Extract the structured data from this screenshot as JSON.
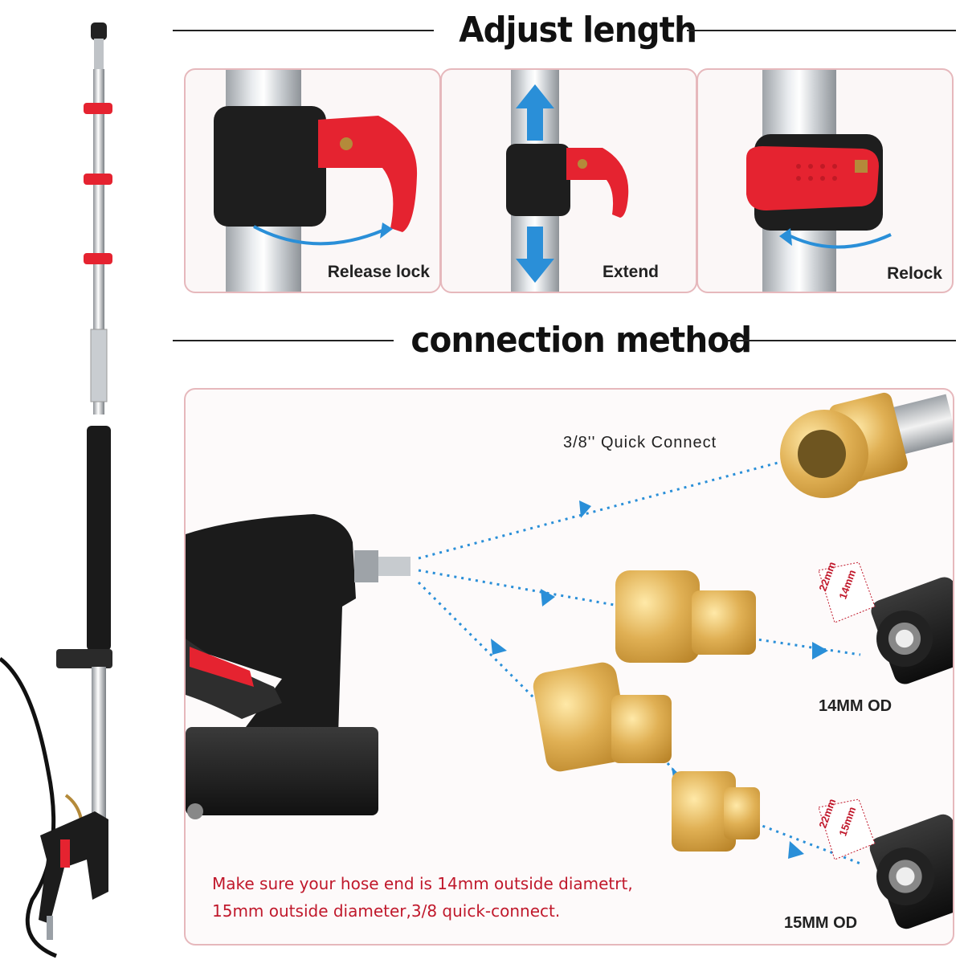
{
  "headings": {
    "adjust": "Adjust length",
    "connection": "connection method"
  },
  "steps": [
    {
      "label": "Release lock"
    },
    {
      "label": "Extend"
    },
    {
      "label": "Relock"
    }
  ],
  "connection": {
    "quick_connect_label": "3/8'' Quick Connect",
    "od14_label": "14MM OD",
    "od15_label": "15MM OD",
    "dim_22": "22mm",
    "dim_14": "14mm",
    "dim_15": "15mm",
    "note_line1": "Make sure your hose end is 14mm outside diametrt,",
    "note_line2": "15mm outside diameter,3/8 quick-connect."
  },
  "colors": {
    "accent_red": "#e52330",
    "note_red": "#c0182b",
    "arrow_blue": "#2a8fd8",
    "panel_border": "#e6b8bc"
  }
}
